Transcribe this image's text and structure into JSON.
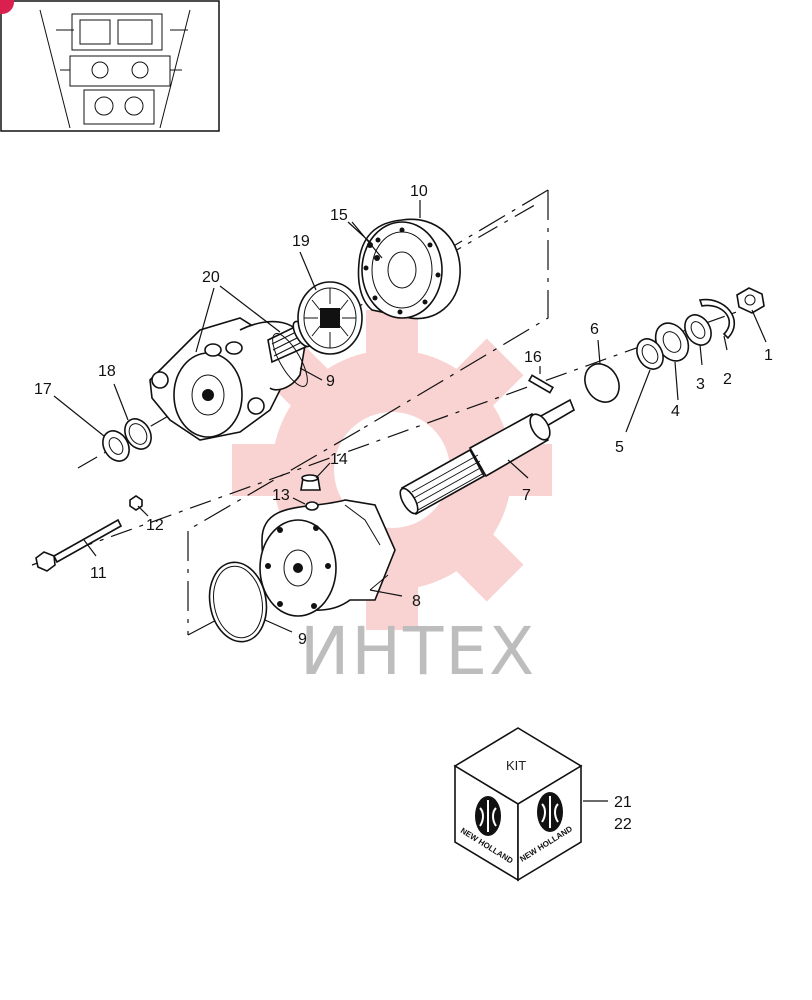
{
  "parts": [
    {
      "id": "p1",
      "num": "1"
    },
    {
      "id": "p2",
      "num": "2"
    },
    {
      "id": "p3",
      "num": "3"
    },
    {
      "id": "p4",
      "num": "4"
    },
    {
      "id": "p5",
      "num": "5"
    },
    {
      "id": "p6",
      "num": "6"
    },
    {
      "id": "p7",
      "num": "7"
    },
    {
      "id": "p8",
      "num": "8"
    },
    {
      "id": "p9a",
      "num": "9"
    },
    {
      "id": "p9b",
      "num": "9"
    },
    {
      "id": "p10",
      "num": "10"
    },
    {
      "id": "p11",
      "num": "11"
    },
    {
      "id": "p12",
      "num": "12"
    },
    {
      "id": "p13",
      "num": "13"
    },
    {
      "id": "p14",
      "num": "14"
    },
    {
      "id": "p15",
      "num": "15"
    },
    {
      "id": "p16",
      "num": "16"
    },
    {
      "id": "p17",
      "num": "17"
    },
    {
      "id": "p18",
      "num": "18"
    },
    {
      "id": "p19",
      "num": "19"
    },
    {
      "id": "p20",
      "num": "20"
    }
  ],
  "kit": {
    "title": "KIT",
    "brand": "NEW HOLLAND",
    "item_a": "21",
    "item_b": "22"
  },
  "watermark": {
    "text": "ИНТЕХ",
    "color": "#f08080"
  },
  "colors": {
    "badge": "#d9204e"
  }
}
